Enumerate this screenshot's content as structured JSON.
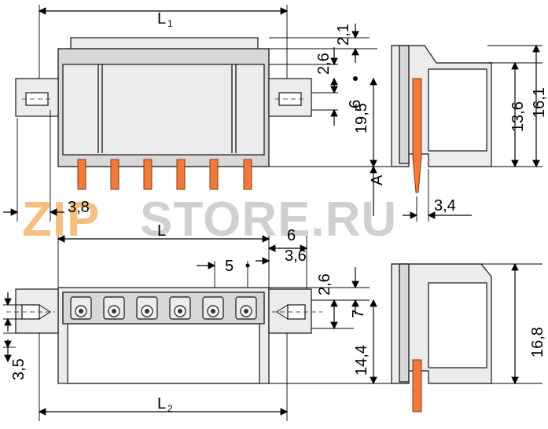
{
  "watermark": {
    "zip": "ZIP",
    "store": "STORE.RU",
    "zip_color": "#f5b46a",
    "store_color": "#c8c8c8"
  },
  "top_view": {
    "length_label": "L",
    "length_subscript": "1",
    "dim_2_1": "2,1",
    "dim_2_6": "2,6",
    "dim_6": "6",
    "dim_19_5": "19,5",
    "dim_a": "A",
    "dim_3_8": "3,8",
    "pin_count": 6
  },
  "side_view_top": {
    "dim_13_6": "13,6",
    "dim_16_1": "16,1",
    "dim_3_4": "3,4"
  },
  "bottom_view": {
    "length_label": "L",
    "dim_6": "6",
    "dim_5": "5",
    "dim_3_6": "3,6",
    "dim_2_6": "2,6",
    "dim_7": "7",
    "dim_14_4": "14,4",
    "dim_3_5": "3,5",
    "length2_label": "L",
    "length2_subscript": "2",
    "pin_count": 6
  },
  "side_view_bottom": {
    "dim_16_8": "16,8"
  },
  "colors": {
    "pin": "#f07a3a",
    "housing": "#d8d8d8"
  }
}
